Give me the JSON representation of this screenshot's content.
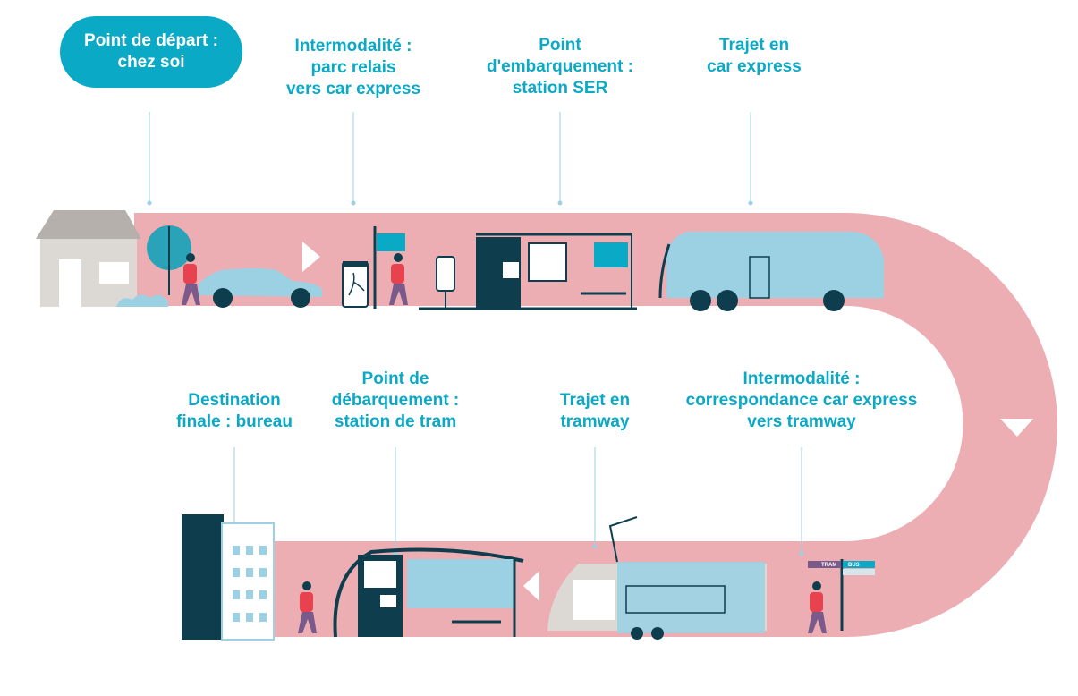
{
  "colors": {
    "path": "#edaeb3",
    "accent": "#0aa9c6",
    "dark": "#0e3e4e",
    "light_blue": "#9cd1e3",
    "house": "#dcd8d4",
    "roof": "#b5b0ab",
    "person_shirt": "#e8424f",
    "person_pants": "#7a5a8a"
  },
  "steps": [
    {
      "lines": [
        "Point de départ :",
        "chez soi"
      ]
    },
    {
      "lines": [
        "Intermodalité :",
        "parc relais",
        "vers car express"
      ]
    },
    {
      "lines": [
        "Point",
        "d'embarquement :",
        "station SER"
      ]
    },
    {
      "lines": [
        "Trajet en",
        "car express"
      ]
    },
    {
      "lines": [
        "Intermodalité :",
        "correspondance car express",
        "vers tramway"
      ]
    },
    {
      "lines": [
        "Trajet en",
        "tramway"
      ]
    },
    {
      "lines": [
        "Point de",
        "débarquement :",
        "station de tram"
      ]
    },
    {
      "lines": [
        "Destination",
        "finale : bureau"
      ]
    }
  ],
  "sign": {
    "left": "TRAM",
    "right": "BUS"
  }
}
